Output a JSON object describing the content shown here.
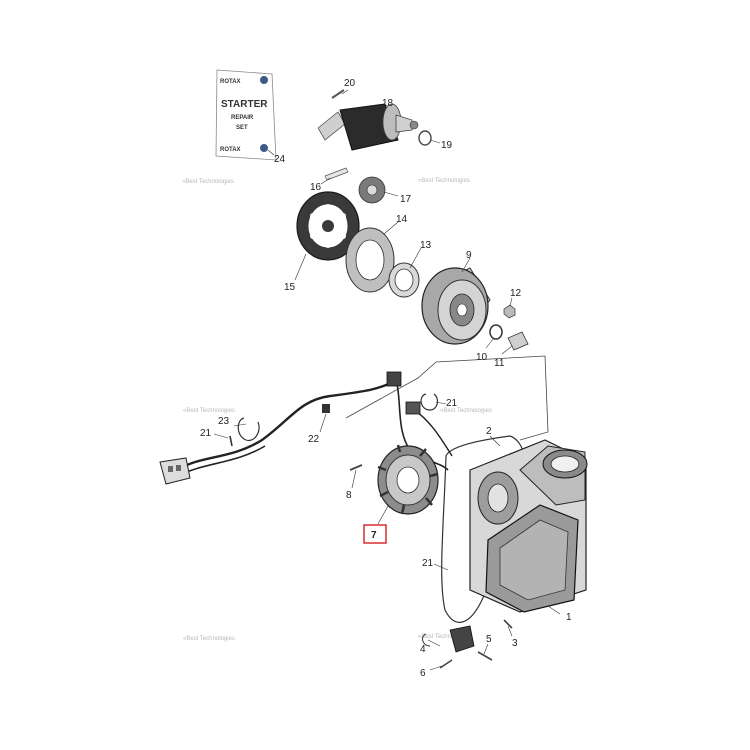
{
  "colors": {
    "highlight": "#d42020",
    "part_gray": "#9a9a9a",
    "dark": "#2a2a2a"
  },
  "kit_card": {
    "brand_top": "ROTAX",
    "title": "STARTER",
    "line2": "REPAIR",
    "line3": "SET",
    "brand_bottom": "ROTAX"
  },
  "watermark": "«Best Technologies",
  "callouts": {
    "c1": "1",
    "c2": "2",
    "c3": "3",
    "c4": "4",
    "c5": "5",
    "c6": "6",
    "c7": "7",
    "c8": "8",
    "c9": "9",
    "c10": "10",
    "c11": "11",
    "c12": "12",
    "c13": "13",
    "c14": "14",
    "c15": "15",
    "c16": "16",
    "c17": "17",
    "c18": "18",
    "c19": "19",
    "c20": "20",
    "c21a": "21",
    "c21b": "21",
    "c21c": "21",
    "c22": "22",
    "c23": "23",
    "c24": "24"
  },
  "highlighted_callout": "7"
}
